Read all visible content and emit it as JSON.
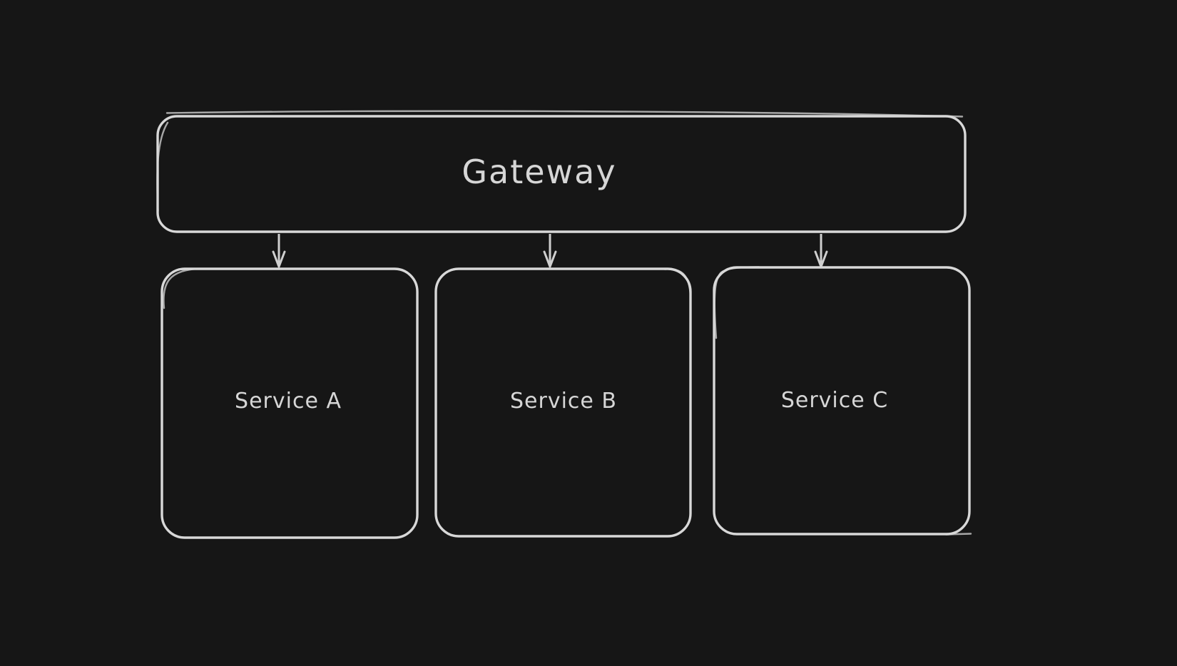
{
  "diagram": {
    "canvas_background": "#161616",
    "stroke_color": "#d8d8d8",
    "text_color": "#d6d6d6",
    "style": "hand-drawn",
    "nodes": [
      {
        "id": "gateway",
        "label": "Gateway",
        "shape": "rounded-rectangle"
      },
      {
        "id": "service-a",
        "label": "Service A",
        "shape": "rounded-rectangle"
      },
      {
        "id": "service-b",
        "label": "Service B",
        "shape": "rounded-rectangle"
      },
      {
        "id": "service-c",
        "label": "Service C",
        "shape": "rounded-rectangle"
      }
    ],
    "edges": [
      {
        "from": "Gateway",
        "to": "Service A",
        "style": "arrow-down"
      },
      {
        "from": "Gateway",
        "to": "Service B",
        "style": "arrow-down"
      },
      {
        "from": "Gateway",
        "to": "Service C",
        "style": "arrow-down"
      }
    ]
  }
}
